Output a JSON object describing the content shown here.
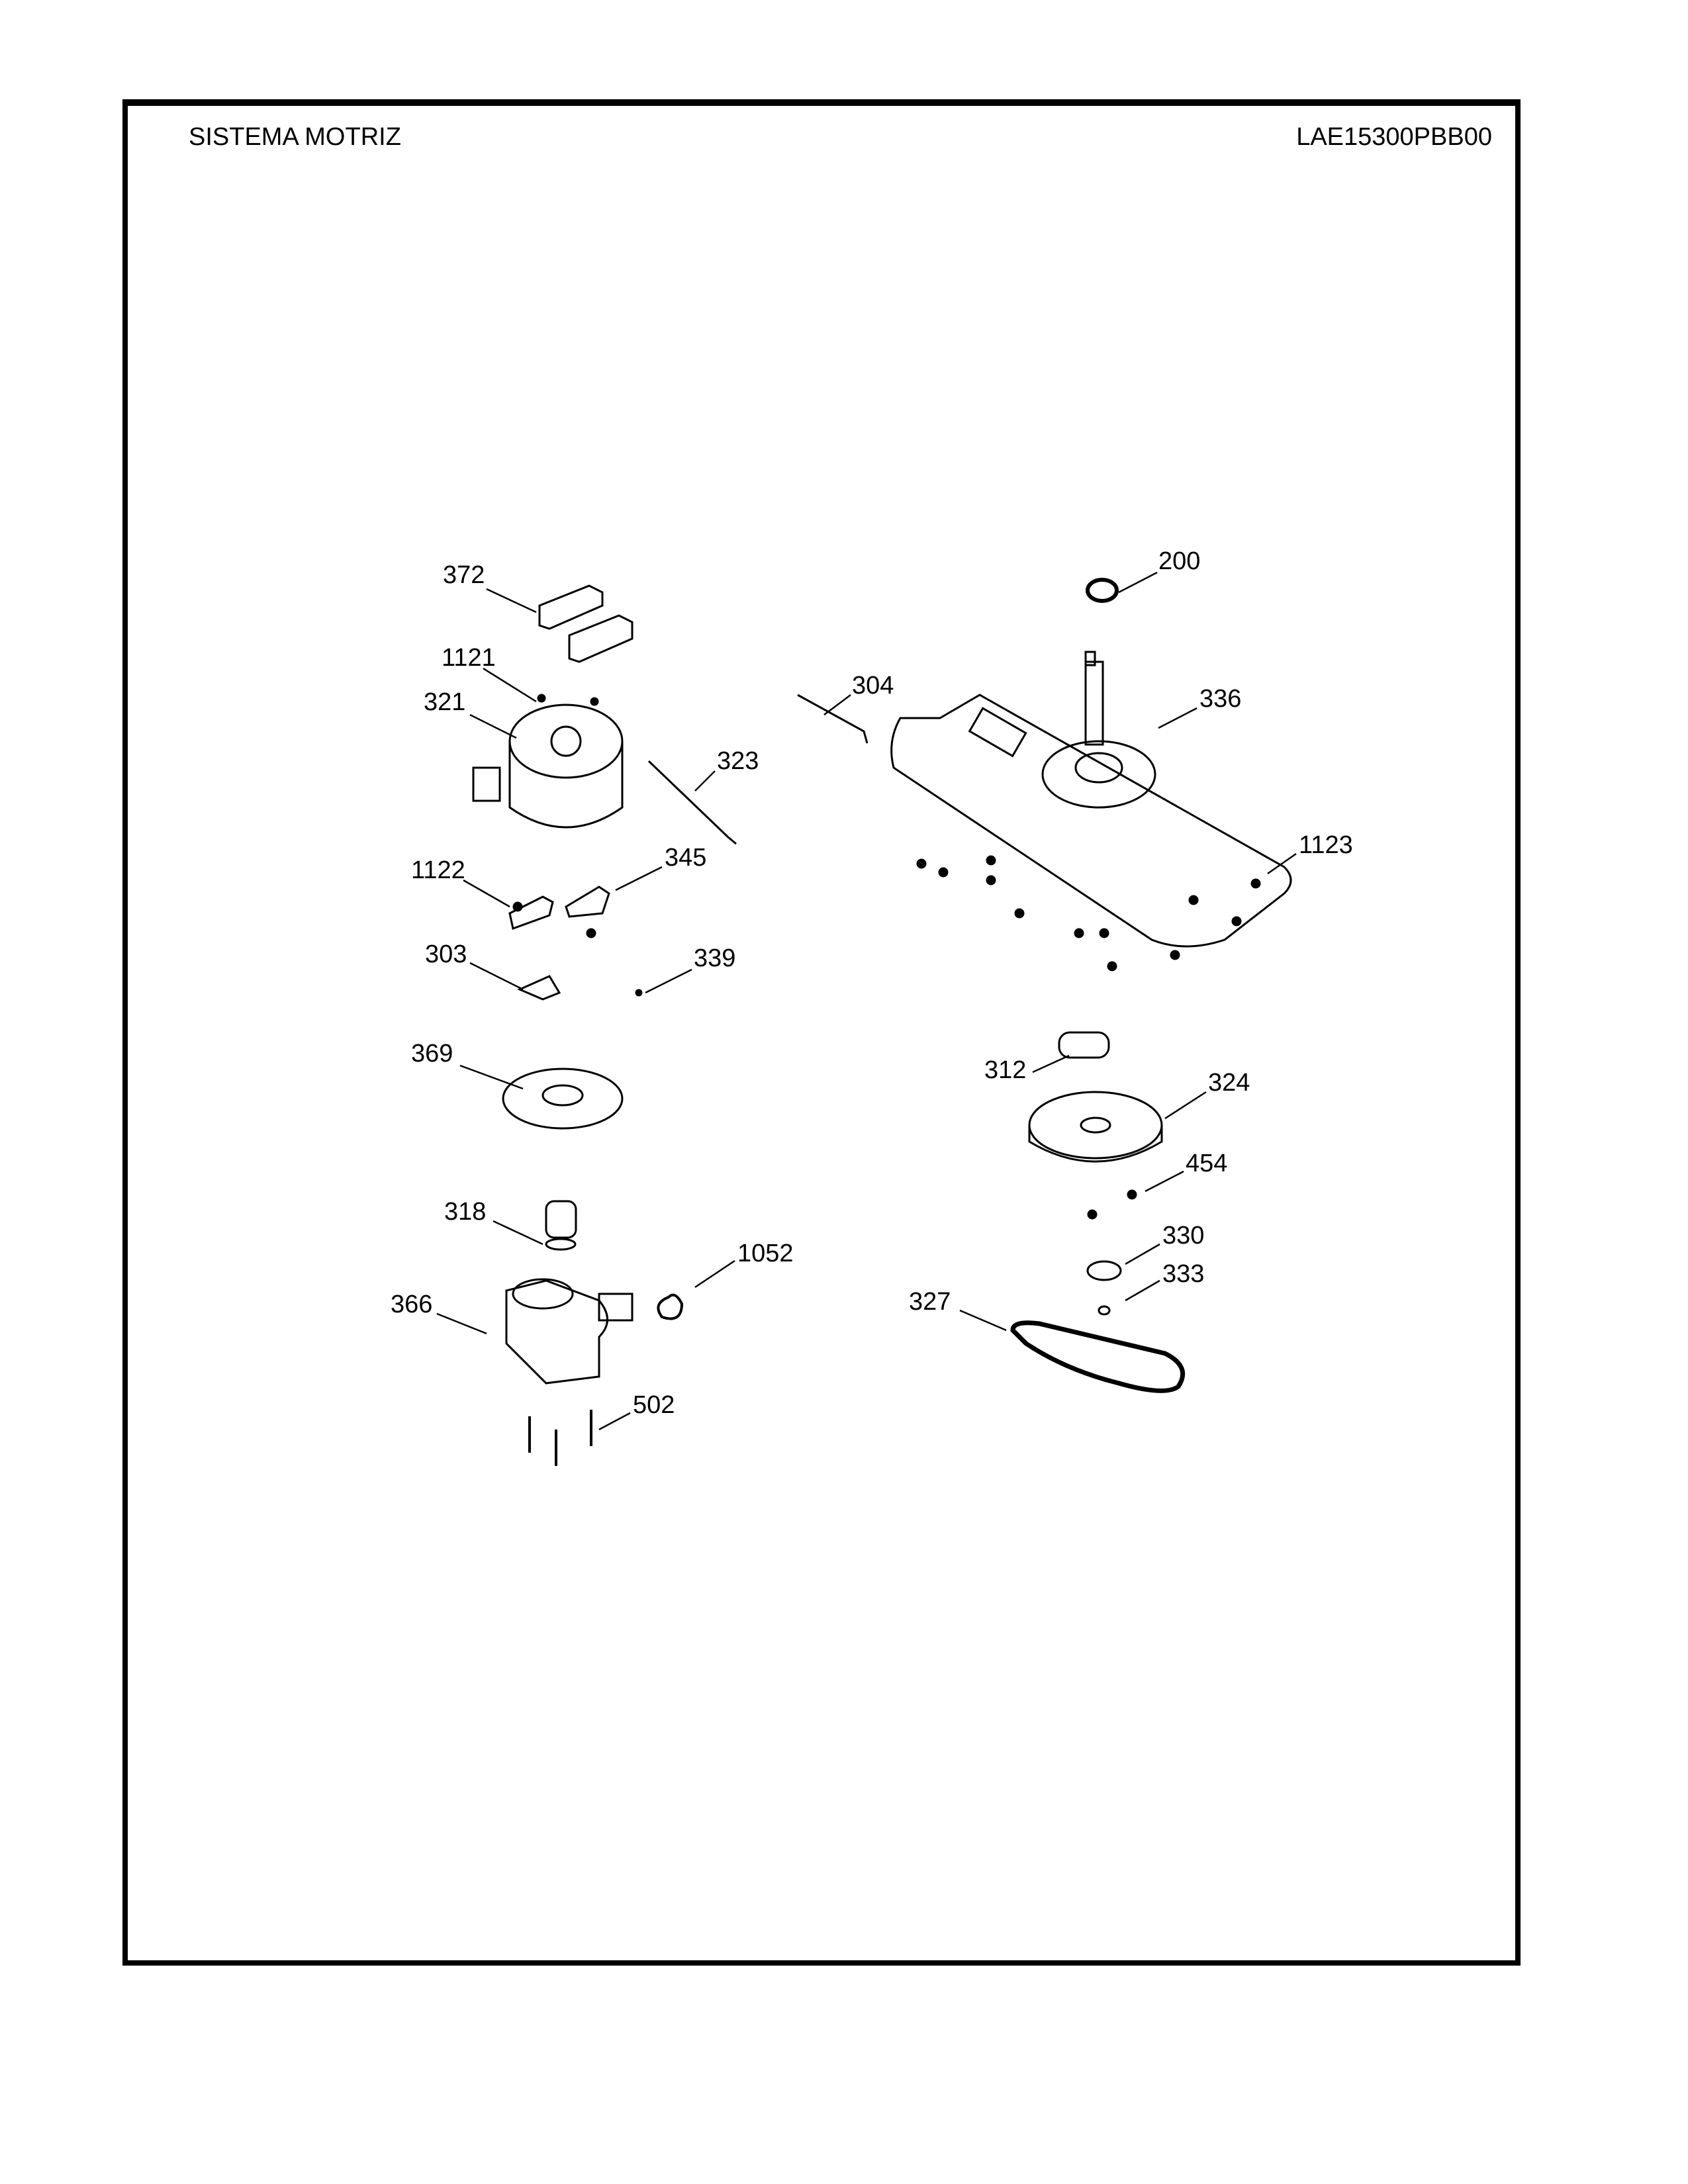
{
  "header": {
    "title": "SISTEMA MOTRIZ",
    "model": "LAE15300PBB00"
  },
  "callouts": [
    "372",
    "200",
    "1121",
    "304",
    "321",
    "336",
    "323",
    "345",
    "1123",
    "1122",
    "303",
    "339",
    "369",
    "312",
    "324",
    "454",
    "318",
    "330",
    "1052",
    "333",
    "327",
    "366",
    "502"
  ]
}
